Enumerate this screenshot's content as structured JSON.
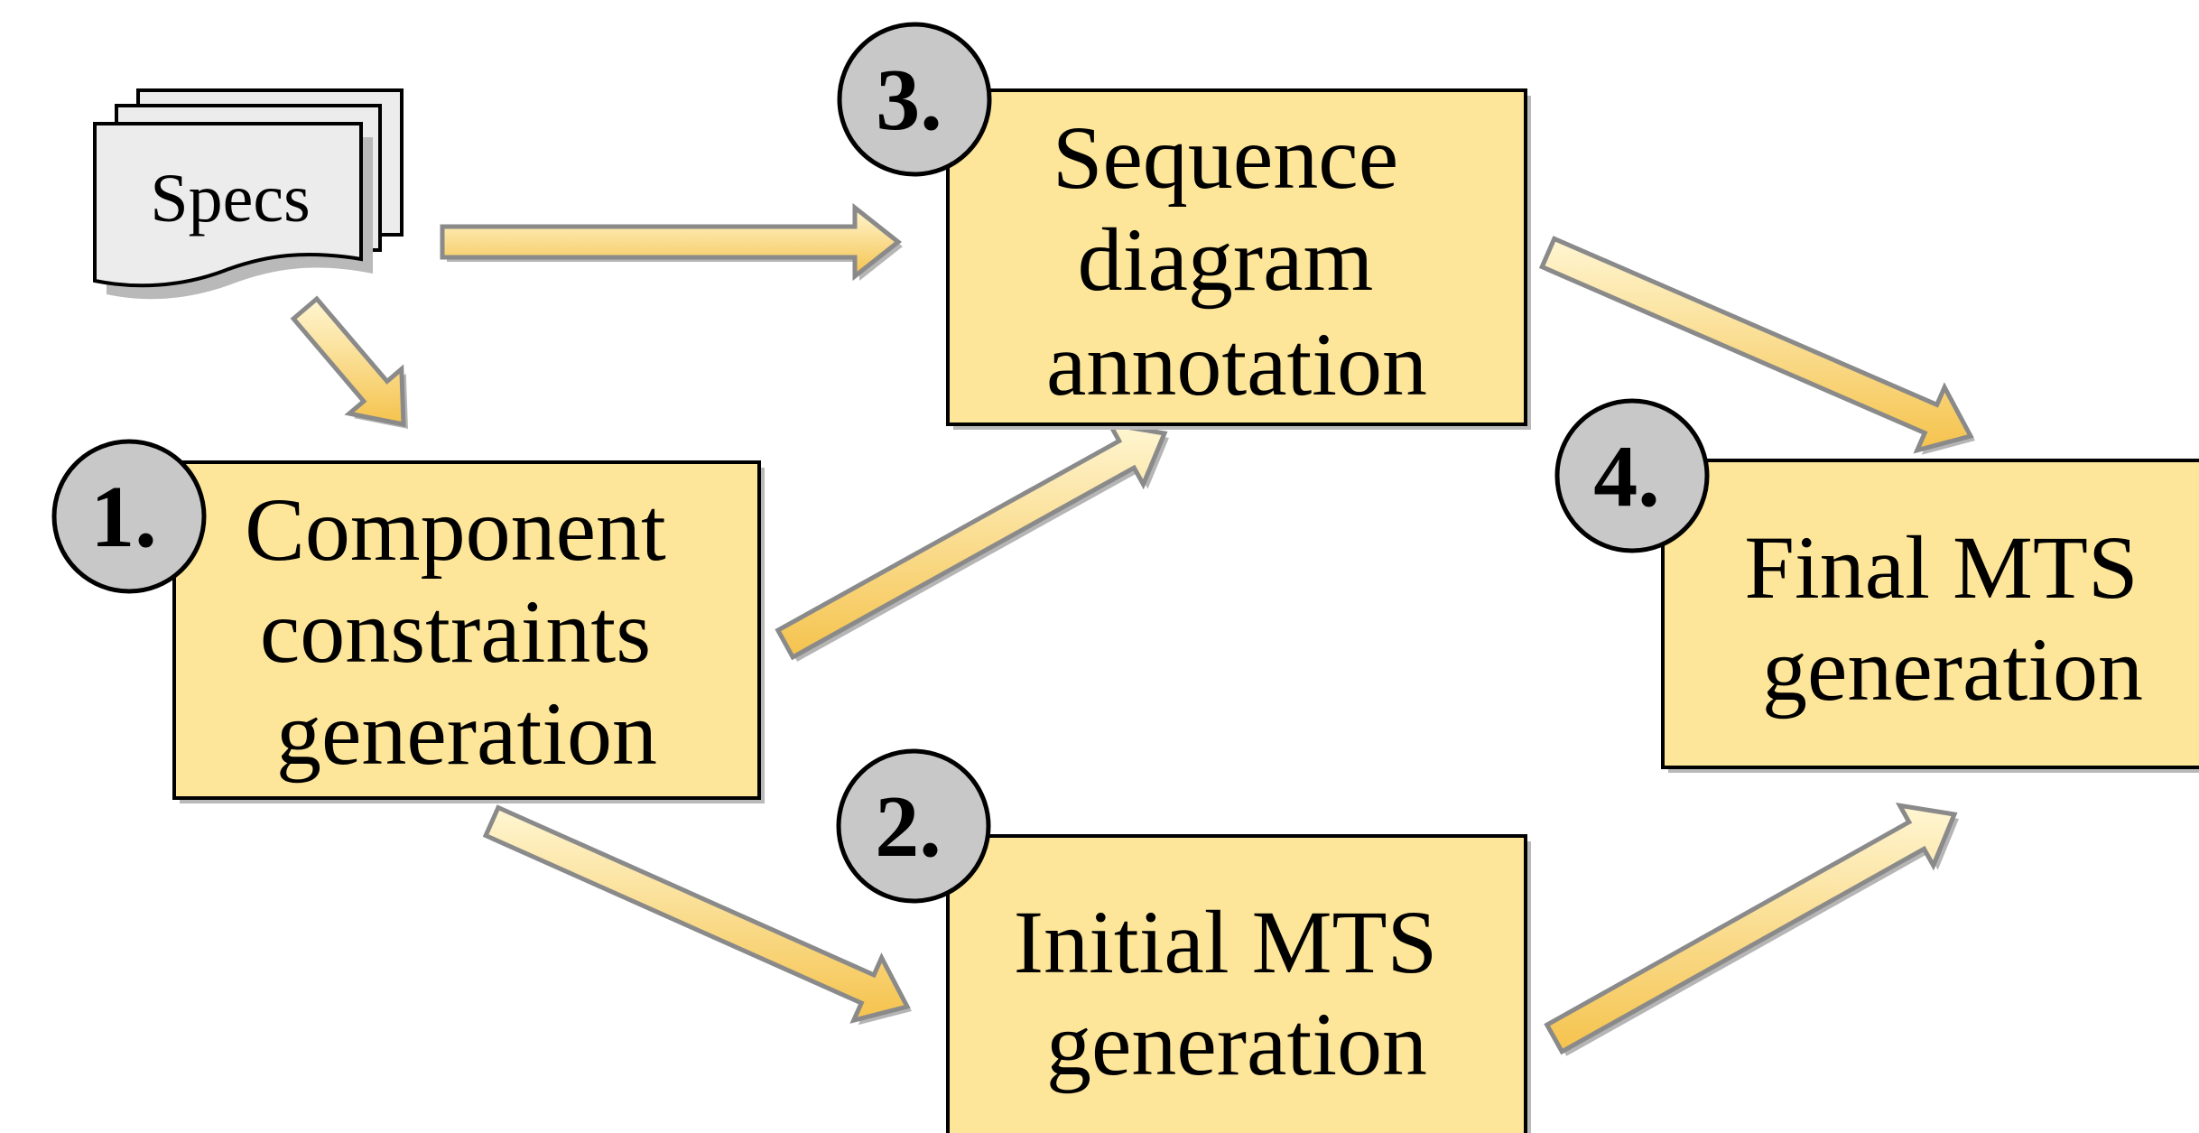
{
  "colors": {
    "box_fill": "#fde699",
    "box_stroke": "#000000",
    "badge_fill": "#c8c8c8",
    "arrow_fill_light": "#fff6d2",
    "arrow_fill_dark": "#f5c34d",
    "arrow_outline": "#8a8a8a",
    "document_fill": "#ececec"
  },
  "input_document": {
    "label": "Specs",
    "icon": "stacked-documents-icon"
  },
  "steps": [
    {
      "number": "1.",
      "lines": [
        "Component",
        "constraints",
        "generation"
      ]
    },
    {
      "number": "2.",
      "lines": [
        "Initial MTS",
        "generation"
      ]
    },
    {
      "number": "3.",
      "lines": [
        "Sequence",
        "diagram",
        "annotation"
      ]
    },
    {
      "number": "4.",
      "lines": [
        "Final MTS",
        "generation"
      ]
    }
  ],
  "flows": [
    {
      "from": "Specs",
      "to": "3."
    },
    {
      "from": "Specs",
      "to": "1."
    },
    {
      "from": "1.",
      "to": "3."
    },
    {
      "from": "1.",
      "to": "2."
    },
    {
      "from": "3.",
      "to": "4."
    },
    {
      "from": "2.",
      "to": "4."
    }
  ]
}
